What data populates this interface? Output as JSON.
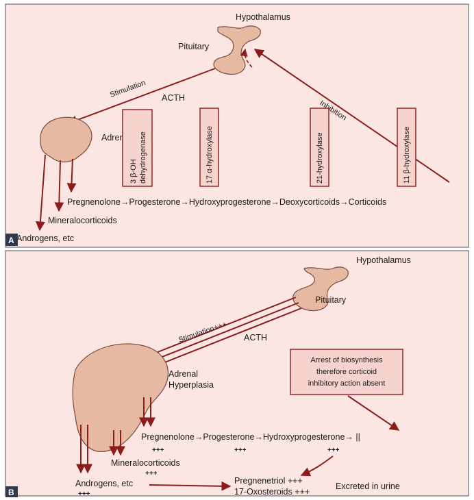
{
  "panel_a": {
    "letter": "A",
    "hypothalamus": "Hypothalamus",
    "pituitary": "Pituitary",
    "stimulation": "Stimulation",
    "acth": "ACTH",
    "inhibition": "Inhibition",
    "adrenal": "Adrenal",
    "enzymes": [
      "3 β-OH dehydrogenase",
      "17 α-hydroxylase",
      "21-hydroxylase",
      "11 β-hydroxylase"
    ],
    "pathway": "Pregnenolone→Progesterone→Hydroxyprogesterone→Deoxycorticoids→Corticoids",
    "mineralocorticoids": "Mineralocorticoids",
    "androgens": "Androgens, etc"
  },
  "panel_b": {
    "letter": "B",
    "hypothalamus": "Hypothalamus",
    "pituitary": "Pituitary",
    "stimulation": "Stimulation+++",
    "acth": "ACTH",
    "adrenal_line1": "Adrenal",
    "adrenal_line2": "Hyperplasia",
    "note": [
      "Arrest of biosynthesis",
      "therefore corticoid",
      "inhibitory action absent"
    ],
    "pathway": "Pregnenolone→Progesterone→Hydroxyprogesterone→ ||",
    "plus": "+++",
    "mineralocorticoids": "Mineralocorticoids",
    "androgens": "Androgens, etc",
    "pregnanetriol": "Pregnenetriol +++",
    "oxosteroids": "17-Oxosteroids +++",
    "excreted": "Excreted in urine"
  }
}
